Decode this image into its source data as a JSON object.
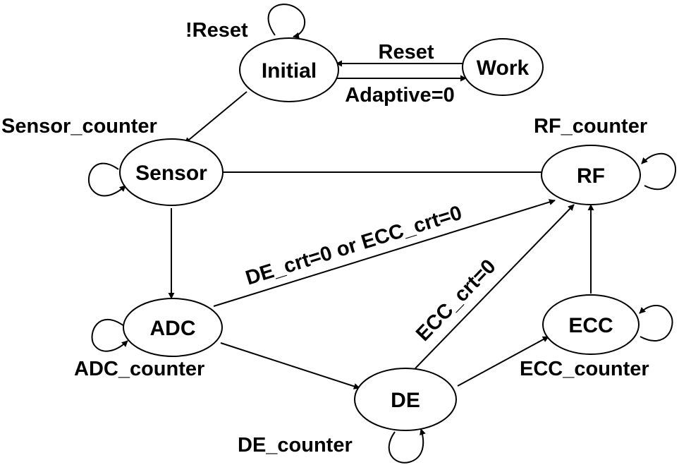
{
  "states": {
    "initial": "Initial",
    "work": "Work",
    "sensor": "Sensor",
    "rf": "RF",
    "adc": "ADC",
    "de": "DE",
    "ecc": "ECC"
  },
  "transitions": {
    "initial_self": "!Reset",
    "work_to_initial": "Reset",
    "initial_to_work": "Adaptive=0",
    "sensor_self": "Sensor_counter",
    "rf_self": "RF_counter",
    "adc_to_rf": "DE_crt=0 or ECC_crt=0",
    "de_to_rf": "ECC_crt=0",
    "adc_self": "ADC_counter",
    "ecc_self": "ECC_counter",
    "de_self": "DE_counter"
  },
  "colors": {
    "stroke": "#000000",
    "fill": "#ffffff",
    "text": "#000000"
  }
}
